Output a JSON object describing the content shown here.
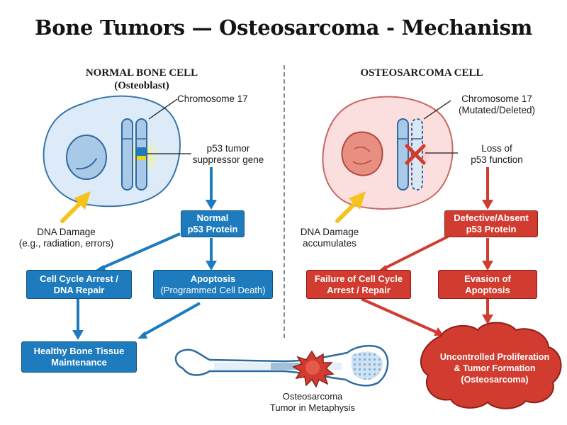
{
  "title": "Bone Tumors — Osteosarcoma - Mechanism",
  "normal": {
    "heading_line1": "NORMAL BONE CELL",
    "heading_line2": "(Osteoblast)",
    "chromosome_label": "Chromosome 17",
    "gene_label_line1": "p53 tumor",
    "gene_label_line2": "suppressor gene",
    "dna_line1": "DNA Damage",
    "dna_line2": "(e.g., radiation, errors)",
    "protein_line1": "Normal",
    "protein_line2": "p53 Protein",
    "arrest_line1": "Cell Cycle Arrest /",
    "arrest_line2": "DNA Repair",
    "apoptosis_line1": "Apoptosis",
    "apoptosis_line2": "(Programmed Cell Death)",
    "healthy_line1": "Healthy Bone Tissue",
    "healthy_line2": "Maintenance"
  },
  "osteosarcoma": {
    "heading": "OSTEOSARCOMA CELL",
    "chromosome_line1": "Chromosome 17",
    "chromosome_line2": "(Mutated/Deleted)",
    "loss_line1": "Loss of",
    "loss_line2": "p53 function",
    "dna_line1": "DNA Damage",
    "dna_line2": "accumulates",
    "protein_line1": "Defective/Absent",
    "protein_line2": "p53 Protein",
    "failure_line1": "Failure of Cell Cycle",
    "failure_line2": "Arrest / Repair",
    "evasion_line1": "Evasion of",
    "evasion_line2": "Apoptosis",
    "proliferation_line1": "Uncontrolled Proliferation",
    "proliferation_line2": "& Tumor Formation",
    "proliferation_line3": "(Osteosarcoma)"
  },
  "bone": {
    "label_line1": "Osteosarcoma",
    "label_line2": "Tumor in Metaphysis"
  },
  "colors": {
    "normal_blue": "#1e7bbd",
    "normal_blue_dark": "#10527f",
    "cancer_red": "#d23b2f",
    "cancer_red_dark": "#8e2017",
    "dna_arrow_yellow": "#f6c21c",
    "normal_cell_fill": "#dcebf7",
    "cancer_cell_fill": "#fbdede"
  }
}
